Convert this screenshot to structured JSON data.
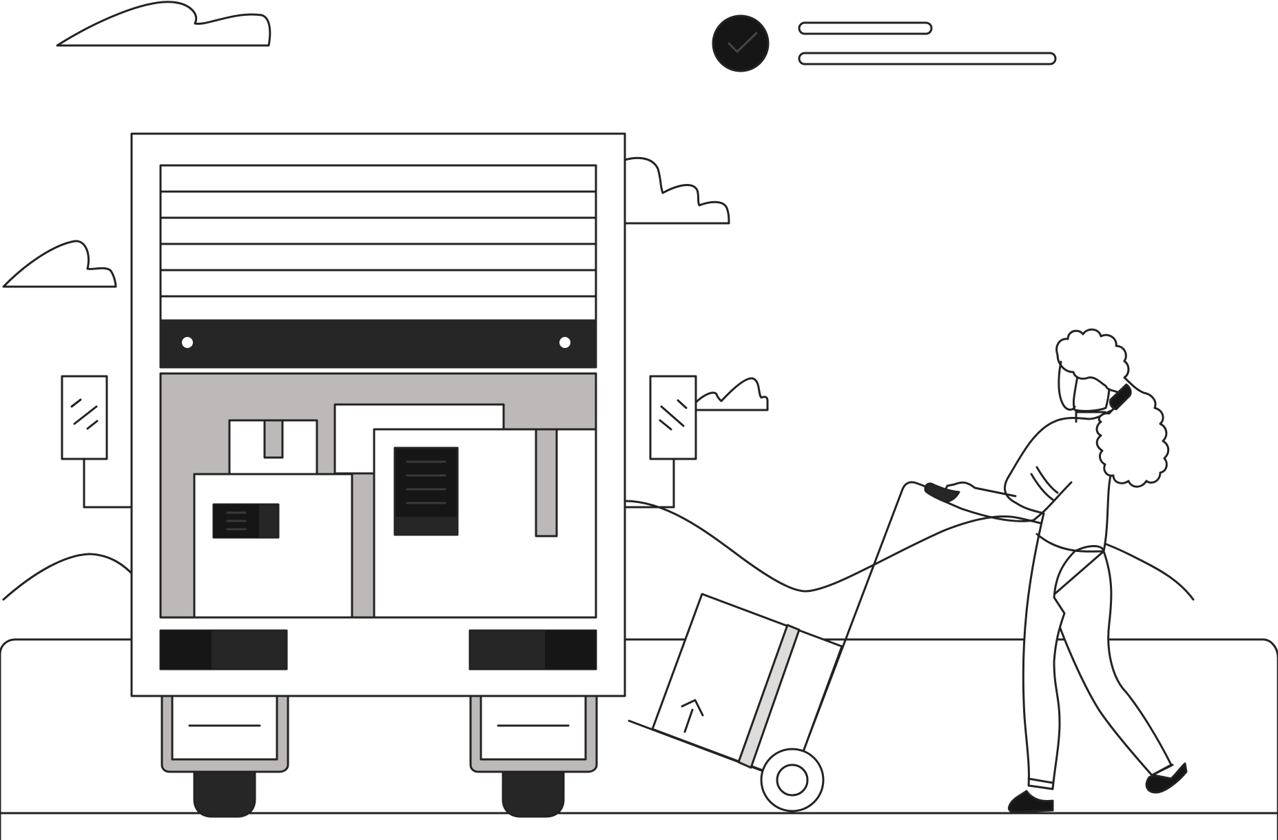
{
  "scene": {
    "type": "line-illustration",
    "palette": {
      "ink": "#222222",
      "dark": "#161616",
      "dark_alt": "#262626",
      "gray": "#bdb9b8",
      "light_gray": "#dddcdb",
      "paper": "#ffffff"
    },
    "icons": [
      "check-circle-icon",
      "cloud-icon",
      "delivery-truck",
      "cardboard-box",
      "hand-truck",
      "delivery-person",
      "phone-icon"
    ],
    "status_indicator": {
      "icon": "check-circle-icon",
      "text_placeholder_lines": 2
    }
  }
}
